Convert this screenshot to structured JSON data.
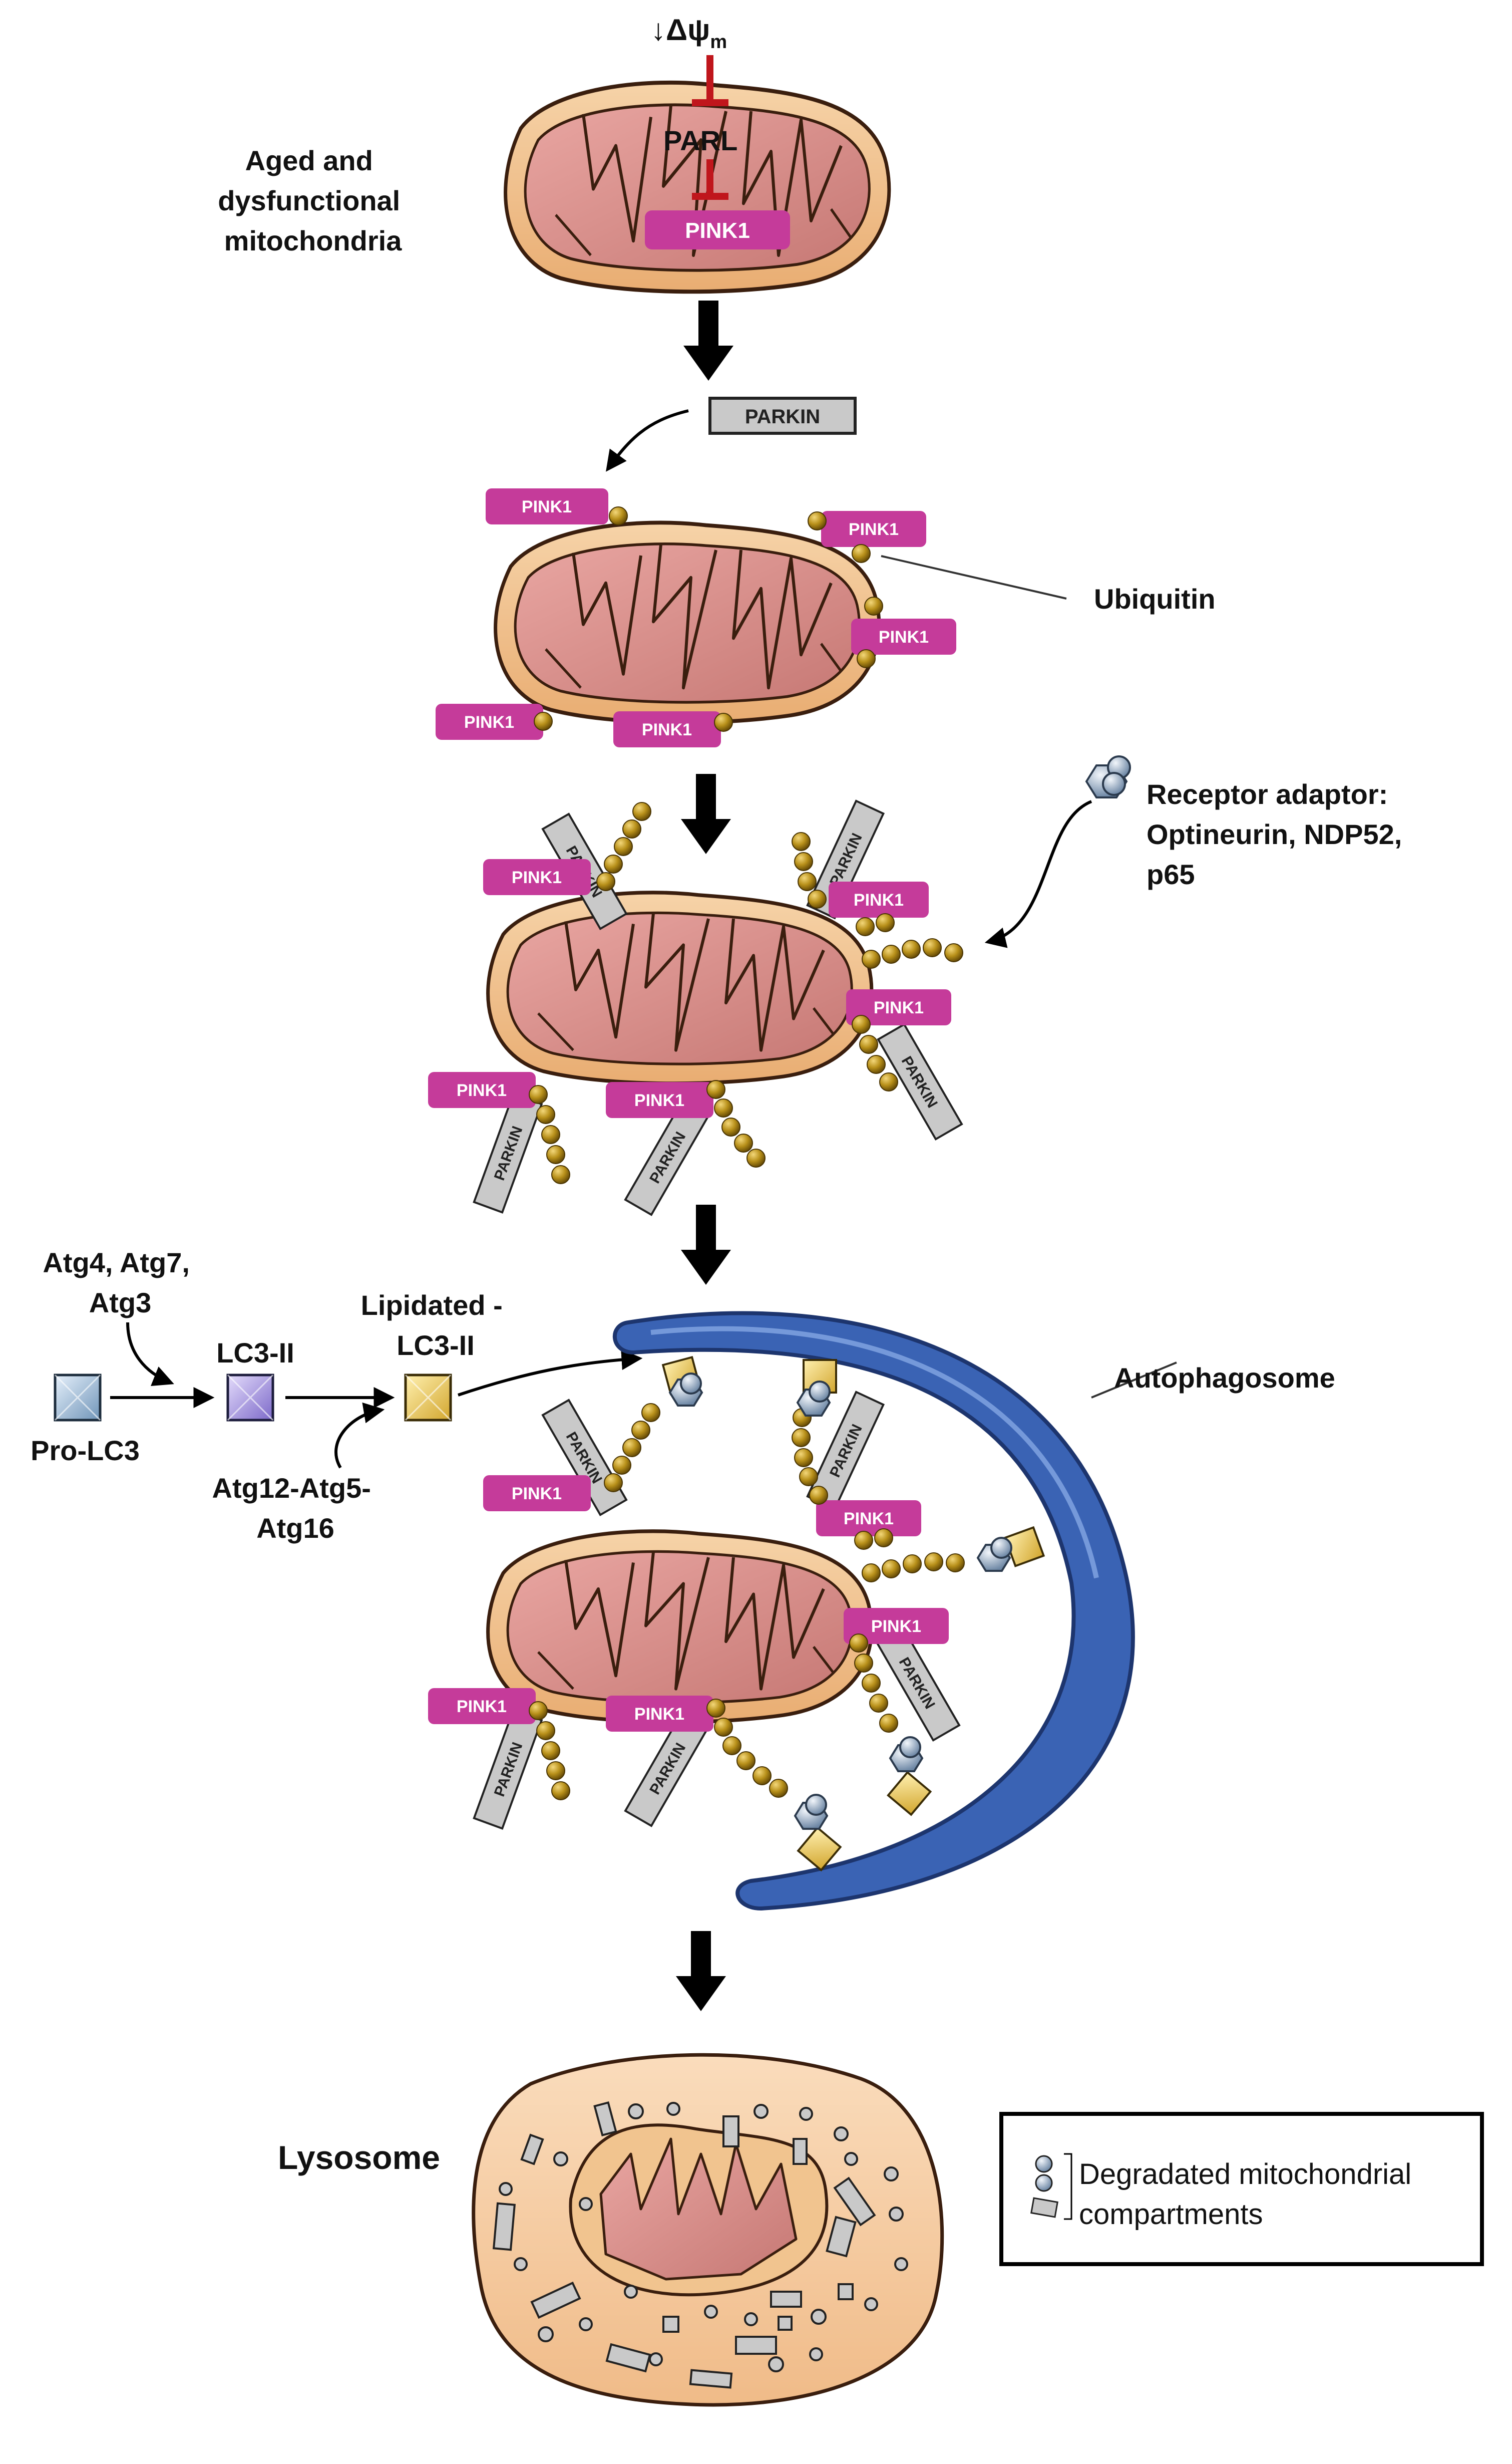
{
  "top": {
    "delta_psi": "↓Δψ",
    "delta_psi_sub": "m",
    "parl": "PARL",
    "pink1": "PINK1",
    "aged_label_lines": [
      "Aged and",
      "dysfunctional",
      "mitochondria"
    ]
  },
  "parkin_box": "PARKIN",
  "pink1_label": "PINK1",
  "parkin_label": "PARKIN",
  "ubiquitin_label": "Ubiquitin",
  "receptor_lines": [
    "Receptor adaptor:",
    "Optineurin, NDP52,",
    "p65"
  ],
  "lc3": {
    "atg_top_lines": [
      "Atg4, Atg7,",
      "Atg3"
    ],
    "pro_lc3": "Pro-LC3",
    "lc3_ii": "LC3-II",
    "lipidated_lines": [
      "Lipidated -",
      "LC3-II"
    ],
    "atg_bottom_lines": [
      "Atg12-Atg5-",
      "Atg16"
    ]
  },
  "autophagosome_label": "Autophagosome",
  "lysosome_label": "Lysosome",
  "legend_lines": [
    "Degradated mitochondrial",
    "compartments"
  ],
  "colors": {
    "pink1": "#c53b9a",
    "parkin": "#c9c9c9",
    "ubiquitin": "#b08a14",
    "mito_outer": "#f2c38f",
    "mito_inner": "#d98a86",
    "autophagosome": "#3a63b4",
    "lysosome": "#f7d0a7",
    "inhibit": "#c0161c"
  }
}
